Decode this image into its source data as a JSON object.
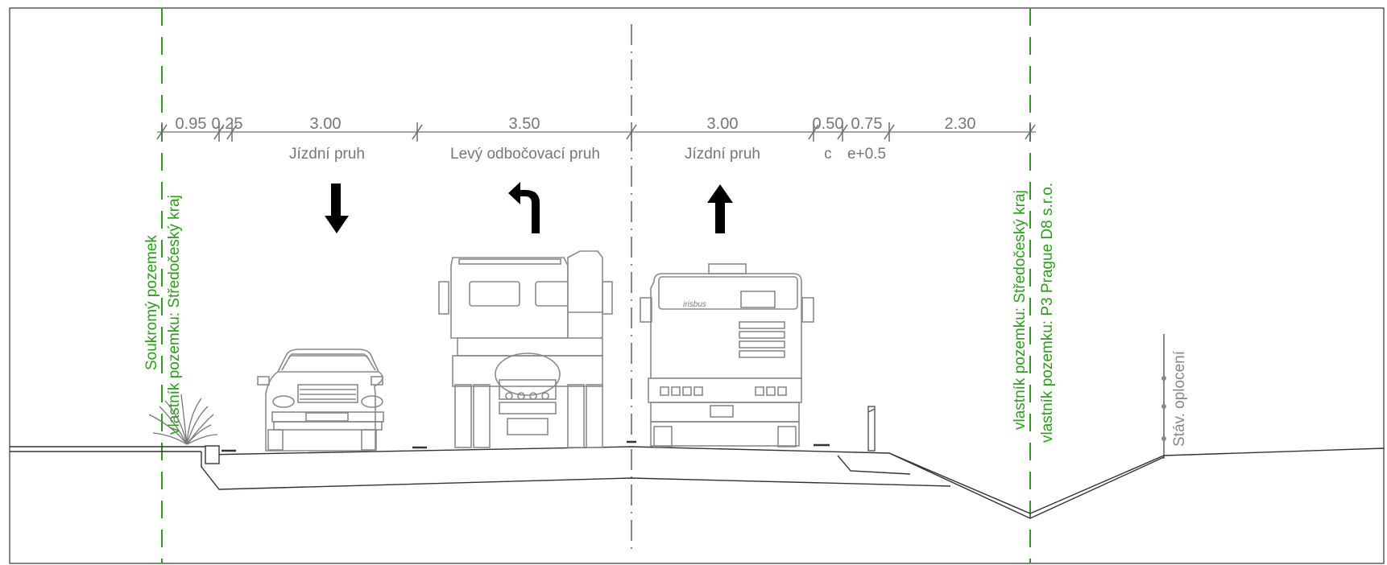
{
  "colors": {
    "accent_green": "#2e9b1e",
    "line_grey": "#888888",
    "text_grey": "#777777",
    "arrow": "#000000"
  },
  "dimensions": [
    {
      "label": "0.95"
    },
    {
      "label": "0.25"
    },
    {
      "label": "3.00"
    },
    {
      "label": "3.50"
    },
    {
      "label": "3.00"
    },
    {
      "label": "0.50"
    },
    {
      "label": "0.75"
    },
    {
      "label": "2.30"
    }
  ],
  "lanes": [
    {
      "label": "Jízdní pruh"
    },
    {
      "label": "Levý odbočovací pruh"
    },
    {
      "label": "Jízdní pruh"
    },
    {
      "label": "c"
    },
    {
      "label": "e+0.5"
    }
  ],
  "left_owner": {
    "line1": "Soukromý pozemek",
    "line2": "vlastník pozemku: Středočeský kraj"
  },
  "right_owner": {
    "line1": "vlastník pozemku: Středočeský kraj",
    "line2": "vlastník pozemku: P3 Prague D8 s.r.o."
  },
  "fence_label": "Stáv. oplocení",
  "arrows": [
    {
      "icon": "arrow-down-icon"
    },
    {
      "icon": "arrow-turn-left-icon"
    },
    {
      "icon": "arrow-up-icon"
    }
  ],
  "vehicles": [
    {
      "icon": "car-icon"
    },
    {
      "icon": "truck-icon"
    },
    {
      "icon": "bus-icon"
    }
  ],
  "bus_brand": "irisbus"
}
